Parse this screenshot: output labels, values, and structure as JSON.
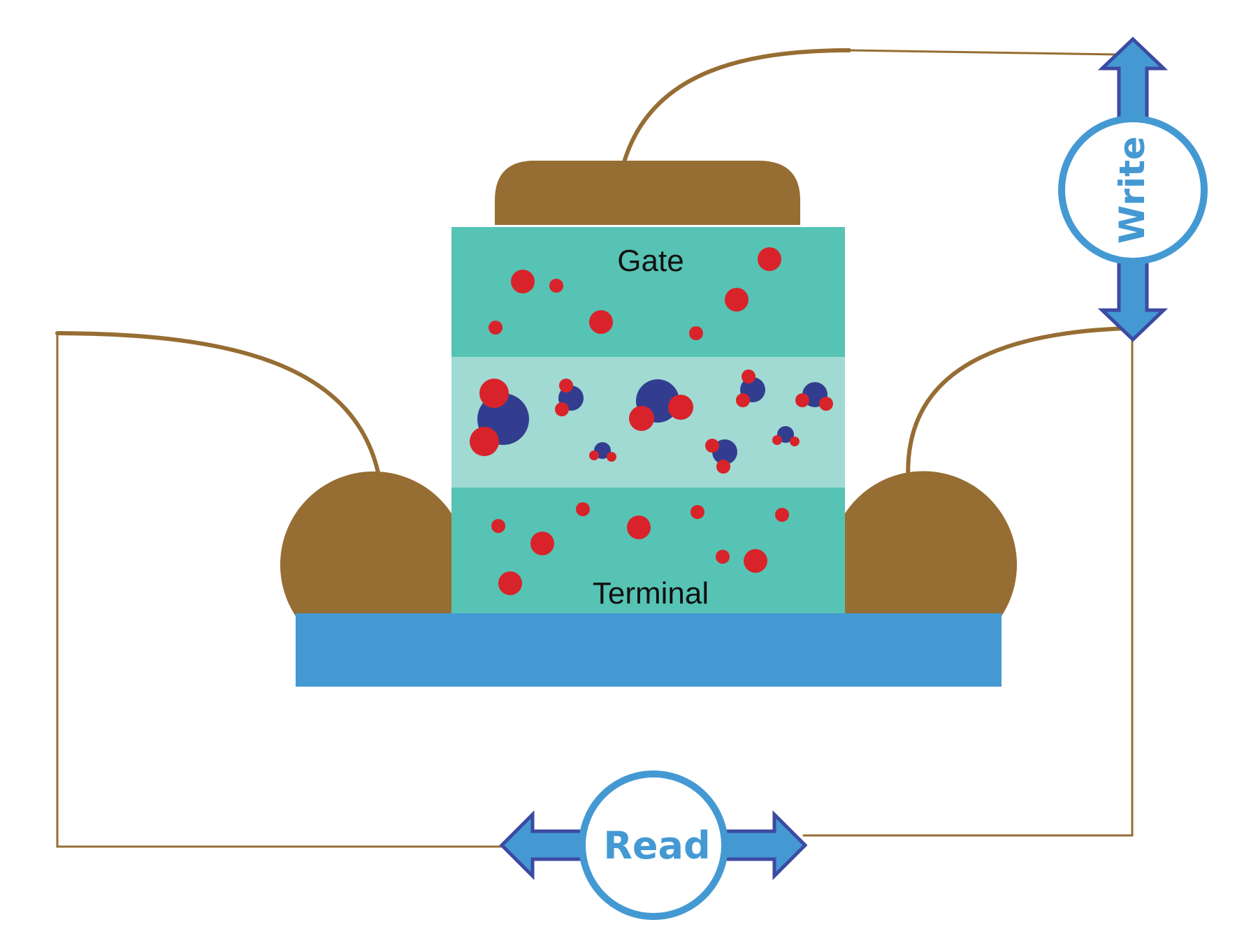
{
  "labels": {
    "gate": "Gate",
    "terminal": "Terminal",
    "write": "Write",
    "read": "Read"
  },
  "colors": {
    "electrode": "#966d33",
    "wire": "#966d33",
    "layer_outer": "#57c3b4",
    "layer_middle": "#a0dad3",
    "substrate": "#4499d3",
    "ion_red": "#d9232a",
    "ion_blue": "#323d8f",
    "arrow_fill": "#4499d3",
    "arrow_stroke": "#3c4aa2",
    "circle_stroke": "#4499d3",
    "label_blue": "#4499d3",
    "label_black": "#111111"
  },
  "icons": {
    "write_arrow": "double-vertical-arrow-icon",
    "read_arrow": "double-horizontal-arrow-icon"
  }
}
